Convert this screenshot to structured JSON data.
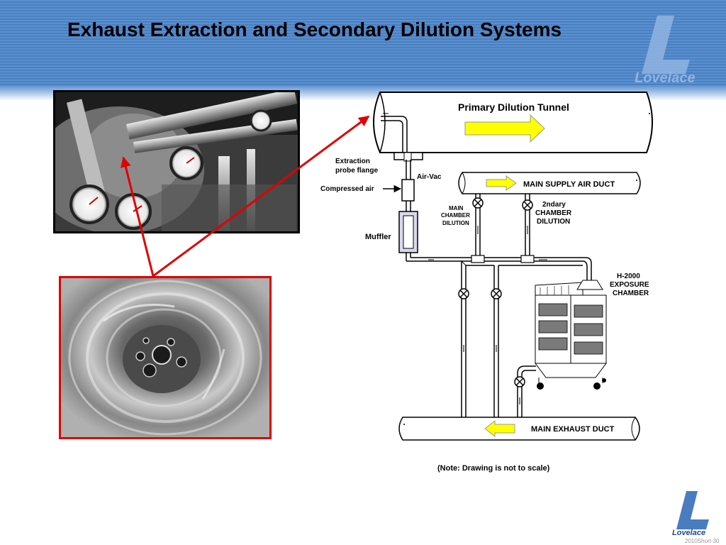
{
  "header": {
    "title": "Exhaust Extraction and Secondary Dilution Systems",
    "logo_text": "Lovelace",
    "slide_code": "2010Short-30"
  },
  "colors": {
    "header_blue": "#5a8fd0",
    "arrow_yellow": "#ffff00",
    "highlight_red": "#e00000",
    "logo_blue": "#4a7cc0"
  },
  "icons": {
    "valve": "valve-icon",
    "flow_arrow": "flow-arrow-icon",
    "logo": "lovelace-logo"
  },
  "diagram": {
    "primary_tunnel_label": "Primary Dilution Tunnel",
    "supply_duct_label": "MAIN SUPPLY AIR DUCT",
    "exhaust_duct_label": "MAIN EXHAUST DUCT",
    "extraction_label_1": "Extraction",
    "extraction_label_2": "probe flange",
    "airvac_label": "Air-Vac",
    "compressed_air_label": "Compressed air",
    "muffler_label": "Muffler",
    "main_dilution_1": "MAIN",
    "main_dilution_2": "CHAMBER",
    "main_dilution_3": "DILUTION",
    "secondary_dilution_1": "2ndary",
    "secondary_dilution_2": "CHAMBER",
    "secondary_dilution_3": "DILUTION",
    "chamber_label_1": "H-2000",
    "chamber_label_2": "EXPOSURE",
    "chamber_label_3": "CHAMBER"
  },
  "note": "(Note: Drawing is not to scale)"
}
